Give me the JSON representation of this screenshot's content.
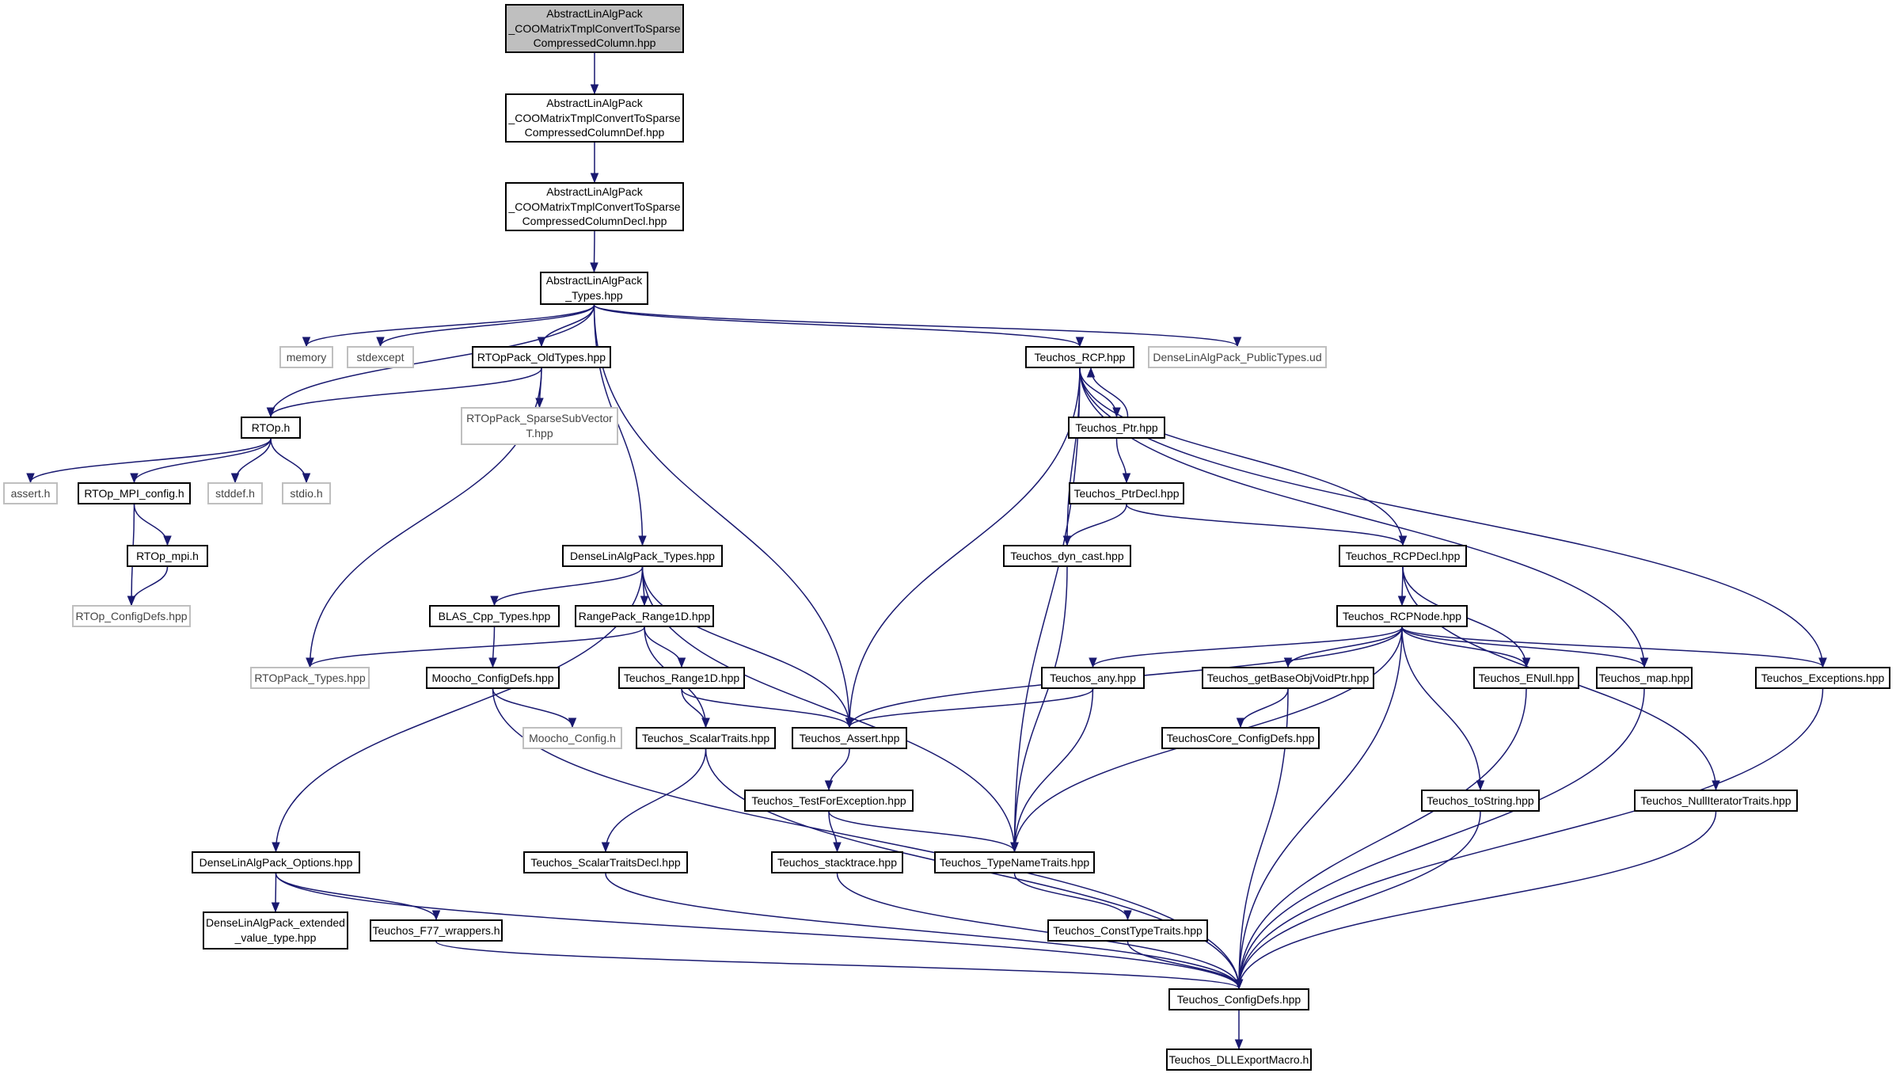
{
  "colors": {
    "edge": "#191970",
    "border": "#000000",
    "external_border": "#bfbfbf",
    "root_fill": "#bfbfbf"
  },
  "nodes": {
    "root": "AbstractLinAlgPack\n_COOMatrixTmplConvertToSparse\nCompressedColumn.hpp",
    "def": "AbstractLinAlgPack\n_COOMatrixTmplConvertToSparse\nCompressedColumnDef.hpp",
    "decl": "AbstractLinAlgPack\n_COOMatrixTmplConvertToSparse\nCompressedColumnDecl.hpp",
    "types": "AbstractLinAlgPack\n_Types.hpp",
    "memory": "memory",
    "stdexcept": "stdexcept",
    "oldtypes": "RTOpPack_OldTypes.hpp",
    "rcp": "Teuchos_RCP.hpp",
    "publictypes": "DenseLinAlgPack_PublicTypes.ud",
    "rtop": "RTOp.h",
    "sparsesub": "RTOpPack_SparseSubVector\nT.hpp",
    "ptr": "Teuchos_Ptr.hpp",
    "assert_h": "assert.h",
    "mpiconfig": "RTOp_MPI_config.h",
    "stddef": "stddef.h",
    "stdio": "stdio.h",
    "ptrdecl": "Teuchos_PtrDecl.hpp",
    "rtopmpi": "RTOp_mpi.h",
    "dlptypes": "DenseLinAlgPack_Types.hpp",
    "dyncast": "Teuchos_dyn_cast.hpp",
    "rcpdecl": "Teuchos_RCPDecl.hpp",
    "rtopconfig": "RTOp_ConfigDefs.hpp",
    "blas": "BLAS_Cpp_Types.hpp",
    "range1d": "RangePack_Range1D.hpp",
    "rcpnode": "Teuchos_RCPNode.hpp",
    "rtoppacktypes": "RTOpPack_Types.hpp",
    "moochodefs": "Moocho_ConfigDefs.hpp",
    "trange1d": "Teuchos_Range1D.hpp",
    "any": "Teuchos_any.hpp",
    "getbase": "Teuchos_getBaseObjVoidPtr.hpp",
    "enull": "Teuchos_ENull.hpp",
    "map": "Teuchos_map.hpp",
    "exceptions": "Teuchos_Exceptions.hpp",
    "moochoconfig": "Moocho_Config.h",
    "scalartraits": "Teuchos_ScalarTraits.hpp",
    "assert": "Teuchos_Assert.hpp",
    "coredefs": "TeuchosCore_ConfigDefs.hpp",
    "testfor": "Teuchos_TestForException.hpp",
    "tostring": "Teuchos_toString.hpp",
    "nulliter": "Teuchos_NullIteratorTraits.hpp",
    "options": "DenseLinAlgPack_Options.hpp",
    "scalardecl": "Teuchos_ScalarTraitsDecl.hpp",
    "stacktrace": "Teuchos_stacktrace.hpp",
    "typename": "Teuchos_TypeNameTraits.hpp",
    "extended": "DenseLinAlgPack_extended\n_value_type.hpp",
    "f77": "Teuchos_F77_wrappers.h",
    "consttype": "Teuchos_ConstTypeTraits.hpp",
    "configdefs": "Teuchos_ConfigDefs.hpp",
    "dllexport": "Teuchos_DLLExportMacro.h"
  },
  "edges": [
    [
      "root",
      "def"
    ],
    [
      "def",
      "decl"
    ],
    [
      "decl",
      "types"
    ],
    [
      "types",
      "memory"
    ],
    [
      "types",
      "stdexcept"
    ],
    [
      "types",
      "oldtypes"
    ],
    [
      "types",
      "rtop"
    ],
    [
      "types",
      "dlptypes"
    ],
    [
      "types",
      "assert"
    ],
    [
      "types",
      "rcp"
    ],
    [
      "types",
      "publictypes"
    ],
    [
      "oldtypes",
      "rtop"
    ],
    [
      "oldtypes",
      "sparsesub"
    ],
    [
      "oldtypes",
      "rtoppacktypes"
    ],
    [
      "rtop",
      "assert_h"
    ],
    [
      "rtop",
      "mpiconfig"
    ],
    [
      "rtop",
      "stddef"
    ],
    [
      "rtop",
      "stdio"
    ],
    [
      "mpiconfig",
      "rtopmpi"
    ],
    [
      "mpiconfig",
      "rtopconfig"
    ],
    [
      "rtopmpi",
      "rtopconfig"
    ],
    [
      "rcp",
      "ptr"
    ],
    [
      "rcp",
      "assert"
    ],
    [
      "rcp",
      "typename"
    ],
    [
      "rcp",
      "dyncast"
    ],
    [
      "rcp",
      "rcpdecl"
    ],
    [
      "rcp",
      "map"
    ],
    [
      "rcp",
      "exceptions"
    ],
    [
      "ptr",
      "rcp"
    ],
    [
      "ptr",
      "ptrdecl"
    ],
    [
      "ptrdecl",
      "dyncast"
    ],
    [
      "ptrdecl",
      "rcpdecl"
    ],
    [
      "dyncast",
      "typename"
    ],
    [
      "rcpdecl",
      "rcpnode"
    ],
    [
      "rcpdecl",
      "enull"
    ],
    [
      "rcpdecl",
      "nulliter"
    ],
    [
      "rcpnode",
      "assert"
    ],
    [
      "rcpnode",
      "any"
    ],
    [
      "rcpnode",
      "getbase"
    ],
    [
      "rcpnode",
      "enull"
    ],
    [
      "rcpnode",
      "map"
    ],
    [
      "rcpnode",
      "exceptions"
    ],
    [
      "rcpnode",
      "typename"
    ],
    [
      "rcpnode",
      "tostring"
    ],
    [
      "rcpnode",
      "configdefs"
    ],
    [
      "dlptypes",
      "blas"
    ],
    [
      "dlptypes",
      "range1d"
    ],
    [
      "dlptypes",
      "options"
    ],
    [
      "dlptypes",
      "assert"
    ],
    [
      "dlptypes",
      "typename"
    ],
    [
      "blas",
      "moochodefs"
    ],
    [
      "range1d",
      "rtoppacktypes"
    ],
    [
      "range1d",
      "trange1d"
    ],
    [
      "range1d",
      "scalartraits"
    ],
    [
      "trange1d",
      "scalartraits"
    ],
    [
      "trange1d",
      "assert"
    ],
    [
      "moochodefs",
      "moochoconfig"
    ],
    [
      "moochodefs",
      "configdefs"
    ],
    [
      "any",
      "assert"
    ],
    [
      "any",
      "typename"
    ],
    [
      "getbase",
      "coredefs"
    ],
    [
      "getbase",
      "configdefs"
    ],
    [
      "enull",
      "configdefs"
    ],
    [
      "map",
      "configdefs"
    ],
    [
      "exceptions",
      "configdefs"
    ],
    [
      "scalartraits",
      "scalardecl"
    ],
    [
      "scalartraits",
      "configdefs"
    ],
    [
      "assert",
      "testfor"
    ],
    [
      "testfor",
      "stacktrace"
    ],
    [
      "testfor",
      "typename"
    ],
    [
      "tostring",
      "configdefs"
    ],
    [
      "nulliter",
      "configdefs"
    ],
    [
      "options",
      "extended"
    ],
    [
      "options",
      "f77"
    ],
    [
      "options",
      "configdefs"
    ],
    [
      "scalardecl",
      "configdefs"
    ],
    [
      "stacktrace",
      "configdefs"
    ],
    [
      "typename",
      "consttype"
    ],
    [
      "consttype",
      "configdefs"
    ],
    [
      "f77",
      "configdefs"
    ],
    [
      "configdefs",
      "dllexport"
    ]
  ]
}
